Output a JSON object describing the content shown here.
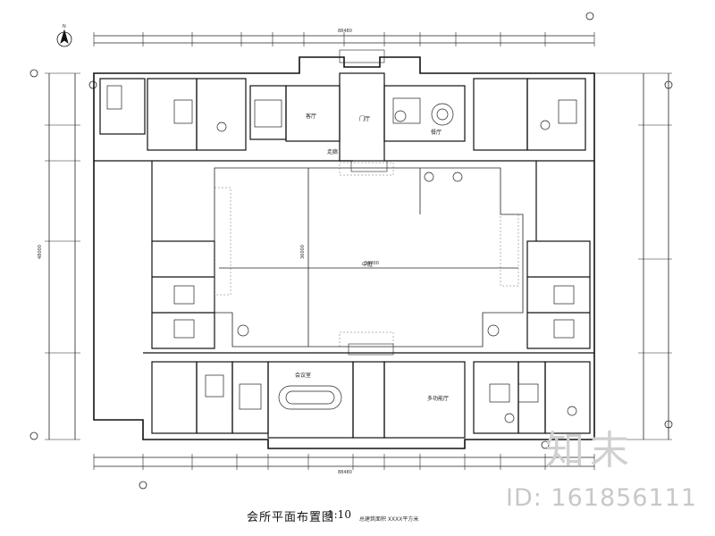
{
  "drawing": {
    "title": "会所平面布置图",
    "scale": "1:10",
    "note": "总建筑面积  XXXX平方米",
    "north_label": "N"
  },
  "dimensions": {
    "top_overall": "88480",
    "bottom_overall": "88480",
    "left_overall": "48000",
    "courtyard_width": "36000",
    "courtyard_height": "36000"
  },
  "rooms": {
    "lobby": "门厅",
    "dining": "餐厅",
    "living_room": "客厅",
    "conference": "会议室",
    "multi_hall": "多功能厅",
    "corridor": "走廊",
    "courtyard": "中庭"
  },
  "watermark": {
    "brand": "知末",
    "id_text": "ID: 161856111"
  }
}
